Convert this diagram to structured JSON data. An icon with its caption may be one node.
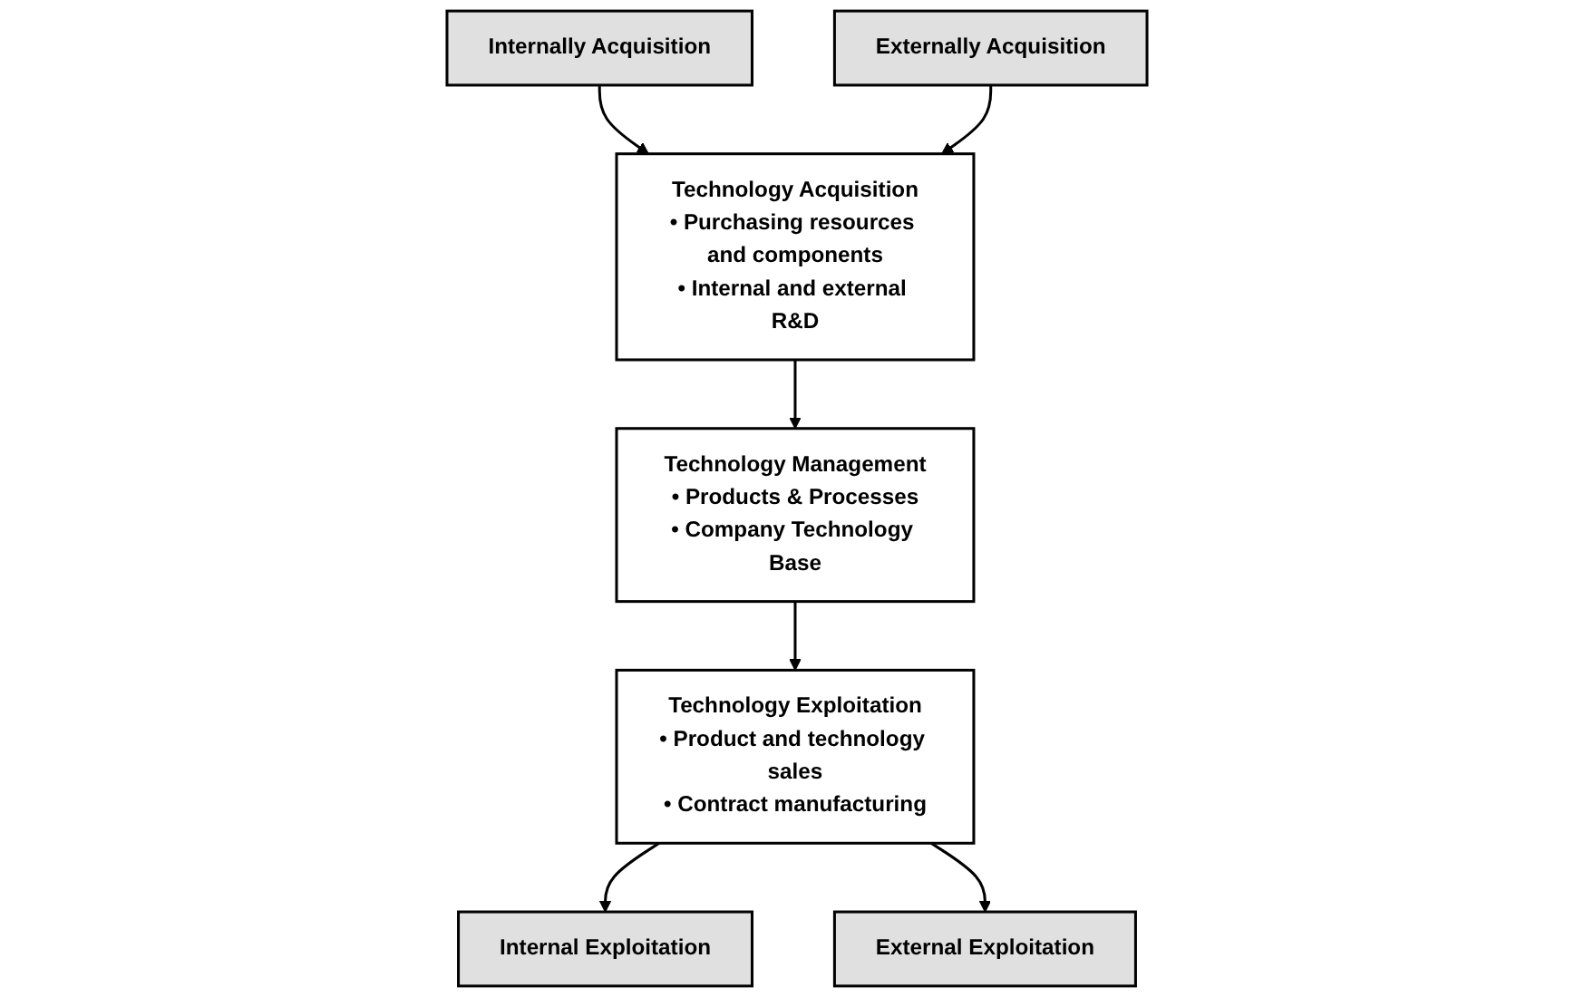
{
  "diagram": {
    "nodes": [
      {
        "text": [
          "Internally Acquisition"
        ]
      },
      {
        "text": [
          "Externally Acquisition"
        ]
      },
      {
        "text": [
          "Technology Acquisition",
          "• Purchasing resources and components",
          "• Internal and external R&D"
        ]
      },
      {
        "text": [
          "Technology Management",
          "• Products & Processes",
          "• Company Technology Base"
        ]
      },
      {
        "text": [
          "Technology Exploitation",
          "• Product and technology sales",
          "• Contract manufacturing"
        ]
      },
      {
        "text": [
          "Internal Exploitation"
        ]
      },
      {
        "text": [
          "External Exploitation"
        ]
      }
    ],
    "edges": [
      {
        "from": 0,
        "to": 2,
        "arrow": "to"
      },
      {
        "from": 1,
        "to": 2,
        "arrow": "to"
      },
      {
        "from": 2,
        "to": 3,
        "arrow": "to"
      },
      {
        "from": 3,
        "to": 4,
        "arrow": "to"
      },
      {
        "from": 4,
        "to": 5,
        "arrow": "to"
      },
      {
        "from": 4,
        "to": 6,
        "arrow": "to"
      }
    ]
  }
}
